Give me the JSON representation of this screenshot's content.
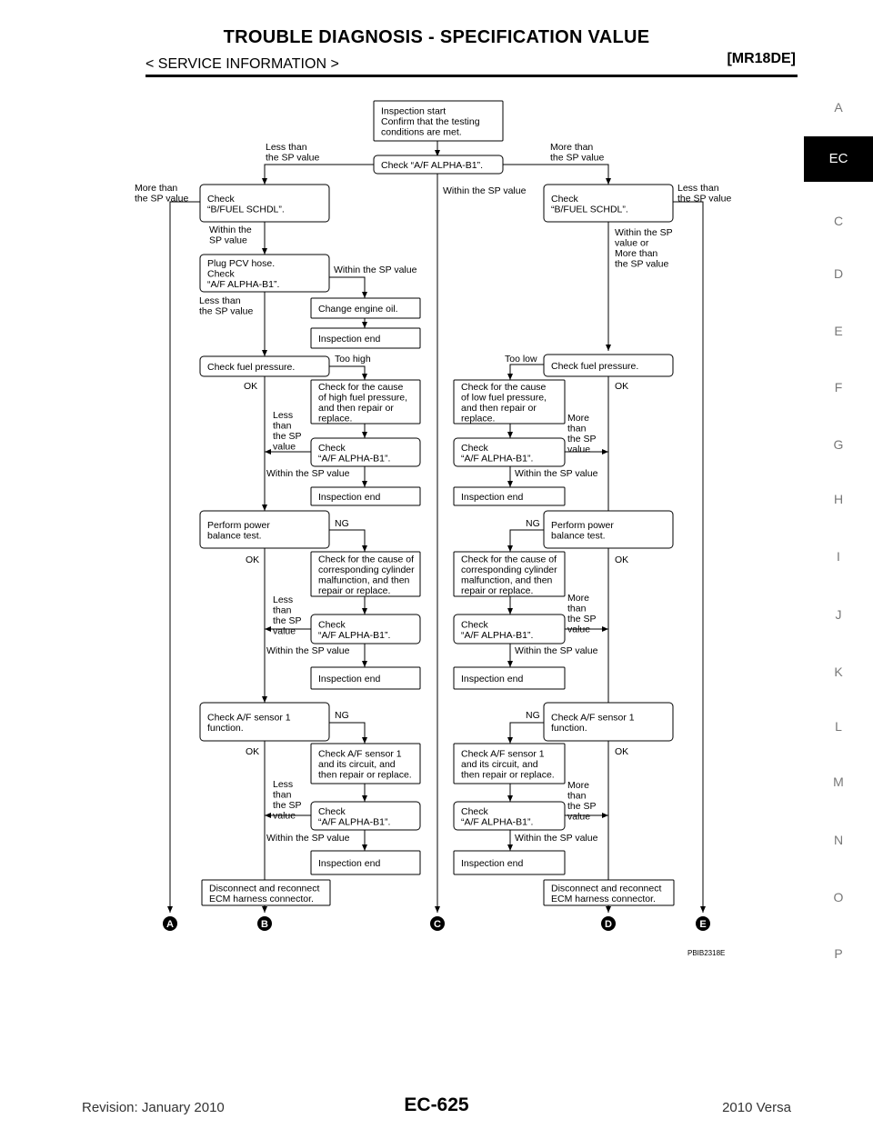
{
  "header": {
    "title": "TROUBLE DIAGNOSIS - SPECIFICATION VALUE",
    "section": "< SERVICE INFORMATION >",
    "model": "[MR18DE]"
  },
  "side_tabs": [
    "A",
    "EC",
    "C",
    "D",
    "E",
    "F",
    "G",
    "H",
    "I",
    "J",
    "K",
    "L",
    "M",
    "N",
    "O",
    "P"
  ],
  "active_tab": "EC",
  "footer": {
    "revision": "Revision: January 2010",
    "page": "EC-625",
    "vehicle": "2010 Versa"
  },
  "diagram": {
    "image_id": "PBIB2318E",
    "connectors": [
      "A",
      "B",
      "C",
      "D",
      "E"
    ],
    "boxes": {
      "start": [
        "Inspection start",
        "Confirm that the testing",
        "conditions are met."
      ],
      "check_af": [
        "Check “A/F ALPHA-B1”."
      ],
      "fuel_schdl_l": [
        "Check",
        "“B/FUEL SCHDL”."
      ],
      "fuel_schdl_r": [
        "Check",
        "“B/FUEL SCHDL”."
      ],
      "plug_pcv": [
        "Plug PCV hose.",
        "Check",
        "“A/F ALPHA-B1”."
      ],
      "change_oil": [
        "Change engine oil."
      ],
      "insp_end_1": [
        "Inspection end"
      ],
      "fuel_press_l": [
        "Check fuel pressure."
      ],
      "fuel_press_r": [
        "Check fuel pressure."
      ],
      "high_press": [
        "Check for the cause",
        "of high fuel pressure,",
        "and then repair or",
        "replace."
      ],
      "low_press": [
        "Check for the cause",
        "of low fuel pressure,",
        "and then repair or",
        "replace."
      ],
      "af_l1": [
        "Check",
        "“A/F ALPHA-B1”."
      ],
      "af_r1": [
        "Check",
        "“A/F ALPHA-B1”."
      ],
      "end_l2": [
        "Inspection end"
      ],
      "end_r2": [
        "Inspection end"
      ],
      "power_l": [
        "Perform power",
        "balance test."
      ],
      "power_r": [
        "Perform power",
        "balance test."
      ],
      "cyl_l": [
        "Check for the cause of",
        "corresponding cylinder",
        "malfunction, and then",
        "repair or replace."
      ],
      "cyl_r": [
        "Check for the cause of",
        "corresponding cylinder",
        "malfunction, and then",
        "repair or replace."
      ],
      "af_l2": [
        "Check",
        "“A/F ALPHA-B1”."
      ],
      "af_r2": [
        "Check",
        "“A/F ALPHA-B1”."
      ],
      "end_l3": [
        "Inspection end"
      ],
      "end_r3": [
        "Inspection end"
      ],
      "sensor_l": [
        "Check A/F sensor 1",
        "function."
      ],
      "sensor_r": [
        "Check A/F sensor 1",
        "function."
      ],
      "circuit_l": [
        "Check A/F sensor 1",
        "and its circuit, and",
        "then repair or replace."
      ],
      "circuit_r": [
        "Check A/F sensor 1",
        "and its circuit, and",
        "then repair or replace."
      ],
      "af_l3": [
        "Check",
        "“A/F ALPHA-B1”."
      ],
      "af_r3": [
        "Check",
        "“A/F ALPHA-B1”."
      ],
      "end_l4": [
        "Inspection end"
      ],
      "end_r4": [
        "Inspection end"
      ],
      "disc_l": [
        "Disconnect and reconnect",
        "ECM harness connector."
      ],
      "disc_r": [
        "Disconnect and reconnect",
        "ECM harness connector."
      ]
    },
    "labels": {
      "lt_sp_top": [
        "Less than",
        "the SP value"
      ],
      "mt_sp_top": [
        "More than",
        "the SP value"
      ],
      "mt_sp_left": [
        "More than",
        "the SP value"
      ],
      "within_center": [
        "Within the SP value"
      ],
      "lt_sp_right": [
        "Less than",
        "the SP value"
      ],
      "within_schdl_l": [
        "Within the",
        "SP value"
      ],
      "within_schdl_r": [
        "Within the SP",
        "value or",
        "More than",
        "the SP value"
      ],
      "within_pcv": [
        "Within the SP value"
      ],
      "lt_pcv": [
        "Less than",
        "the SP value"
      ],
      "too_high": [
        "Too high"
      ],
      "too_low": [
        "Too low"
      ],
      "ok_fp_l": [
        "OK"
      ],
      "ok_fp_r": [
        "OK"
      ],
      "less_l1": [
        "Less",
        "than",
        "the SP",
        "value"
      ],
      "more_r1": [
        "More",
        "than",
        "the SP",
        "value"
      ],
      "within_l1": [
        "Within the SP value"
      ],
      "within_r1": [
        "Within the SP value"
      ],
      "ng_pw_l": [
        "NG"
      ],
      "ng_pw_r": [
        "NG"
      ],
      "ok_pw_l": [
        "OK"
      ],
      "ok_pw_r": [
        "OK"
      ],
      "less_l2": [
        "Less",
        "than",
        "the SP",
        "value"
      ],
      "more_r2": [
        "More",
        "than",
        "the SP",
        "value"
      ],
      "within_l2": [
        "Within the SP value"
      ],
      "within_r2": [
        "Within the SP value"
      ],
      "ng_se_l": [
        "NG"
      ],
      "ng_se_r": [
        "NG"
      ],
      "ok_se_l": [
        "OK"
      ],
      "ok_se_r": [
        "OK"
      ],
      "less_l3": [
        "Less",
        "than",
        "the SP",
        "value"
      ],
      "more_r3": [
        "More",
        "than",
        "the SP",
        "value"
      ],
      "within_l3": [
        "Within the SP value"
      ],
      "within_r3": [
        "Within the SP value"
      ]
    }
  }
}
